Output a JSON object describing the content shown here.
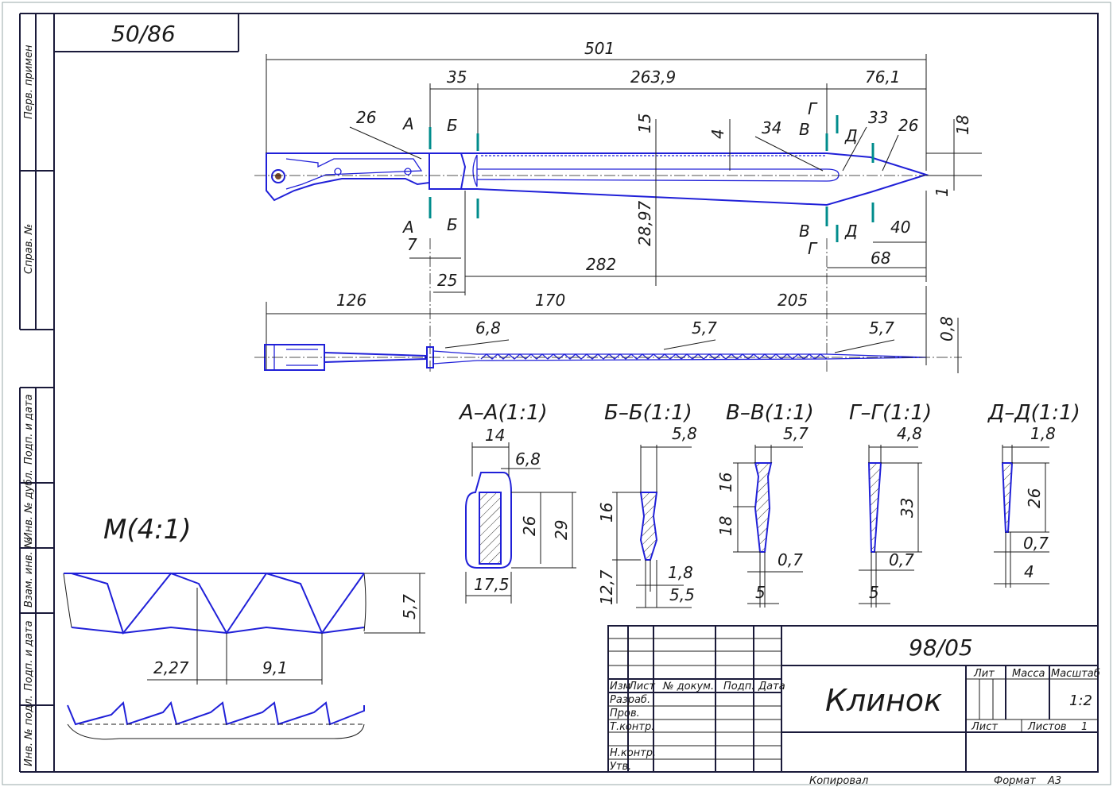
{
  "drawing": {
    "doc_number_rotated": "50/86",
    "doc_code": "98/05",
    "title": "Клинок",
    "scale": "1:2",
    "sheets_label": "Листов",
    "sheets_value": "1",
    "sheet_label": "Лист",
    "lit_label": "Лит",
    "mass_label": "Масса",
    "scale_label": "Масштаб",
    "copied_label": "Копировал",
    "format_label": "Формат",
    "format_value": "A3"
  },
  "side_stamp": {
    "perv_primen": "Перв. примен",
    "sprav_no": "Справ. №",
    "podp_data_1": "Подп. и дата",
    "inv_dubl": "Инв. № дубл.",
    "vzam_inv": "Взам. инв. №",
    "podp_data_2": "Подп. и дата",
    "inv_podl": "Инв. № подл."
  },
  "title_block": {
    "izm": "Изм",
    "list": "Лист",
    "doc_no": "№ докум.",
    "podp": "Подп.",
    "data": "Дата",
    "razrab": "Разраб.",
    "prov": "Пров.",
    "tkontr": "Т.контр.",
    "nkontr": "Н.контр.",
    "utv": "Утв."
  },
  "dimensions": {
    "overall": "501",
    "d35": "35",
    "d263_9": "263,9",
    "d76_1": "76,1",
    "d26a": "26",
    "d15": "15",
    "d4": "4",
    "d34": "34",
    "d33": "33",
    "d26b": "26",
    "d18": "18",
    "d1": "1",
    "d7": "7",
    "d25": "25",
    "d282": "282",
    "d28_97": "28,97",
    "d40": "40",
    "d68": "68",
    "d126": "126",
    "d170": "170",
    "d205": "205",
    "d6_8": "6,8",
    "d5_7a": "5,7",
    "d5_7b": "5,7",
    "d0_8": "0,8"
  },
  "cut_letters": {
    "A": "А",
    "B": "Б",
    "V": "В",
    "G": "Г",
    "D": "Д"
  },
  "sections": {
    "aa": {
      "title": "А–А(1:1)",
      "top": "14",
      "t2": "6,8",
      "h1": "26",
      "h2": "29",
      "bottom": "17,5"
    },
    "bb": {
      "title": "Б–Б(1:1)",
      "top": "5,8",
      "h1": "16",
      "h2": "12,7",
      "w1": "1,8",
      "w2": "5,5"
    },
    "vv": {
      "title": "В–В(1:1)",
      "top": "5,7",
      "h1": "16",
      "h2": "18",
      "w1": "0,7",
      "w2": "5"
    },
    "gg": {
      "title": "Г–Г(1:1)",
      "top": "4,8",
      "h1": "33",
      "w1": "0,7",
      "w2": "5"
    },
    "dd": {
      "title": "Д–Д(1:1)",
      "top": "1,8",
      "h1": "26",
      "w1": "0,7",
      "w2": "4"
    }
  },
  "detail_m": {
    "title": "М(4:1)",
    "h": "5,7",
    "w1": "2,27",
    "w2": "9,1"
  }
}
